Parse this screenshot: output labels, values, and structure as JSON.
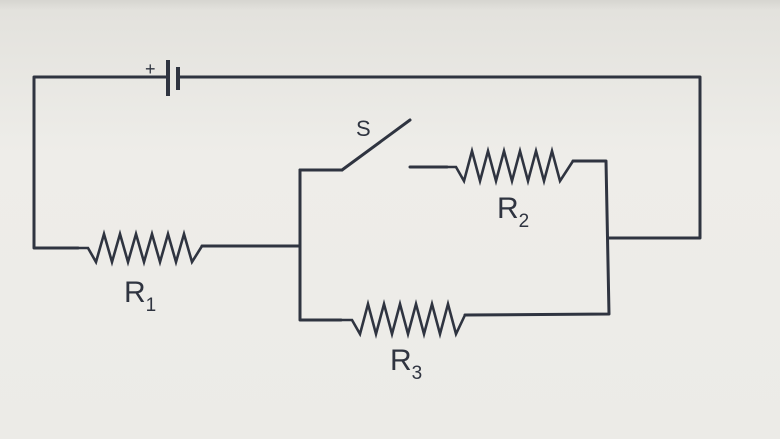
{
  "diagram": {
    "battery": {
      "plus_sign": "+"
    },
    "switch": {
      "label": "S"
    },
    "resistors": [
      {
        "id": "r1",
        "letter": "R",
        "subscript": "1"
      },
      {
        "id": "r2",
        "letter": "R",
        "subscript": "2"
      },
      {
        "id": "r3",
        "letter": "R",
        "subscript": "3"
      }
    ],
    "colors": {
      "ink": "#2f3440",
      "paper": "#ecebe7"
    }
  }
}
